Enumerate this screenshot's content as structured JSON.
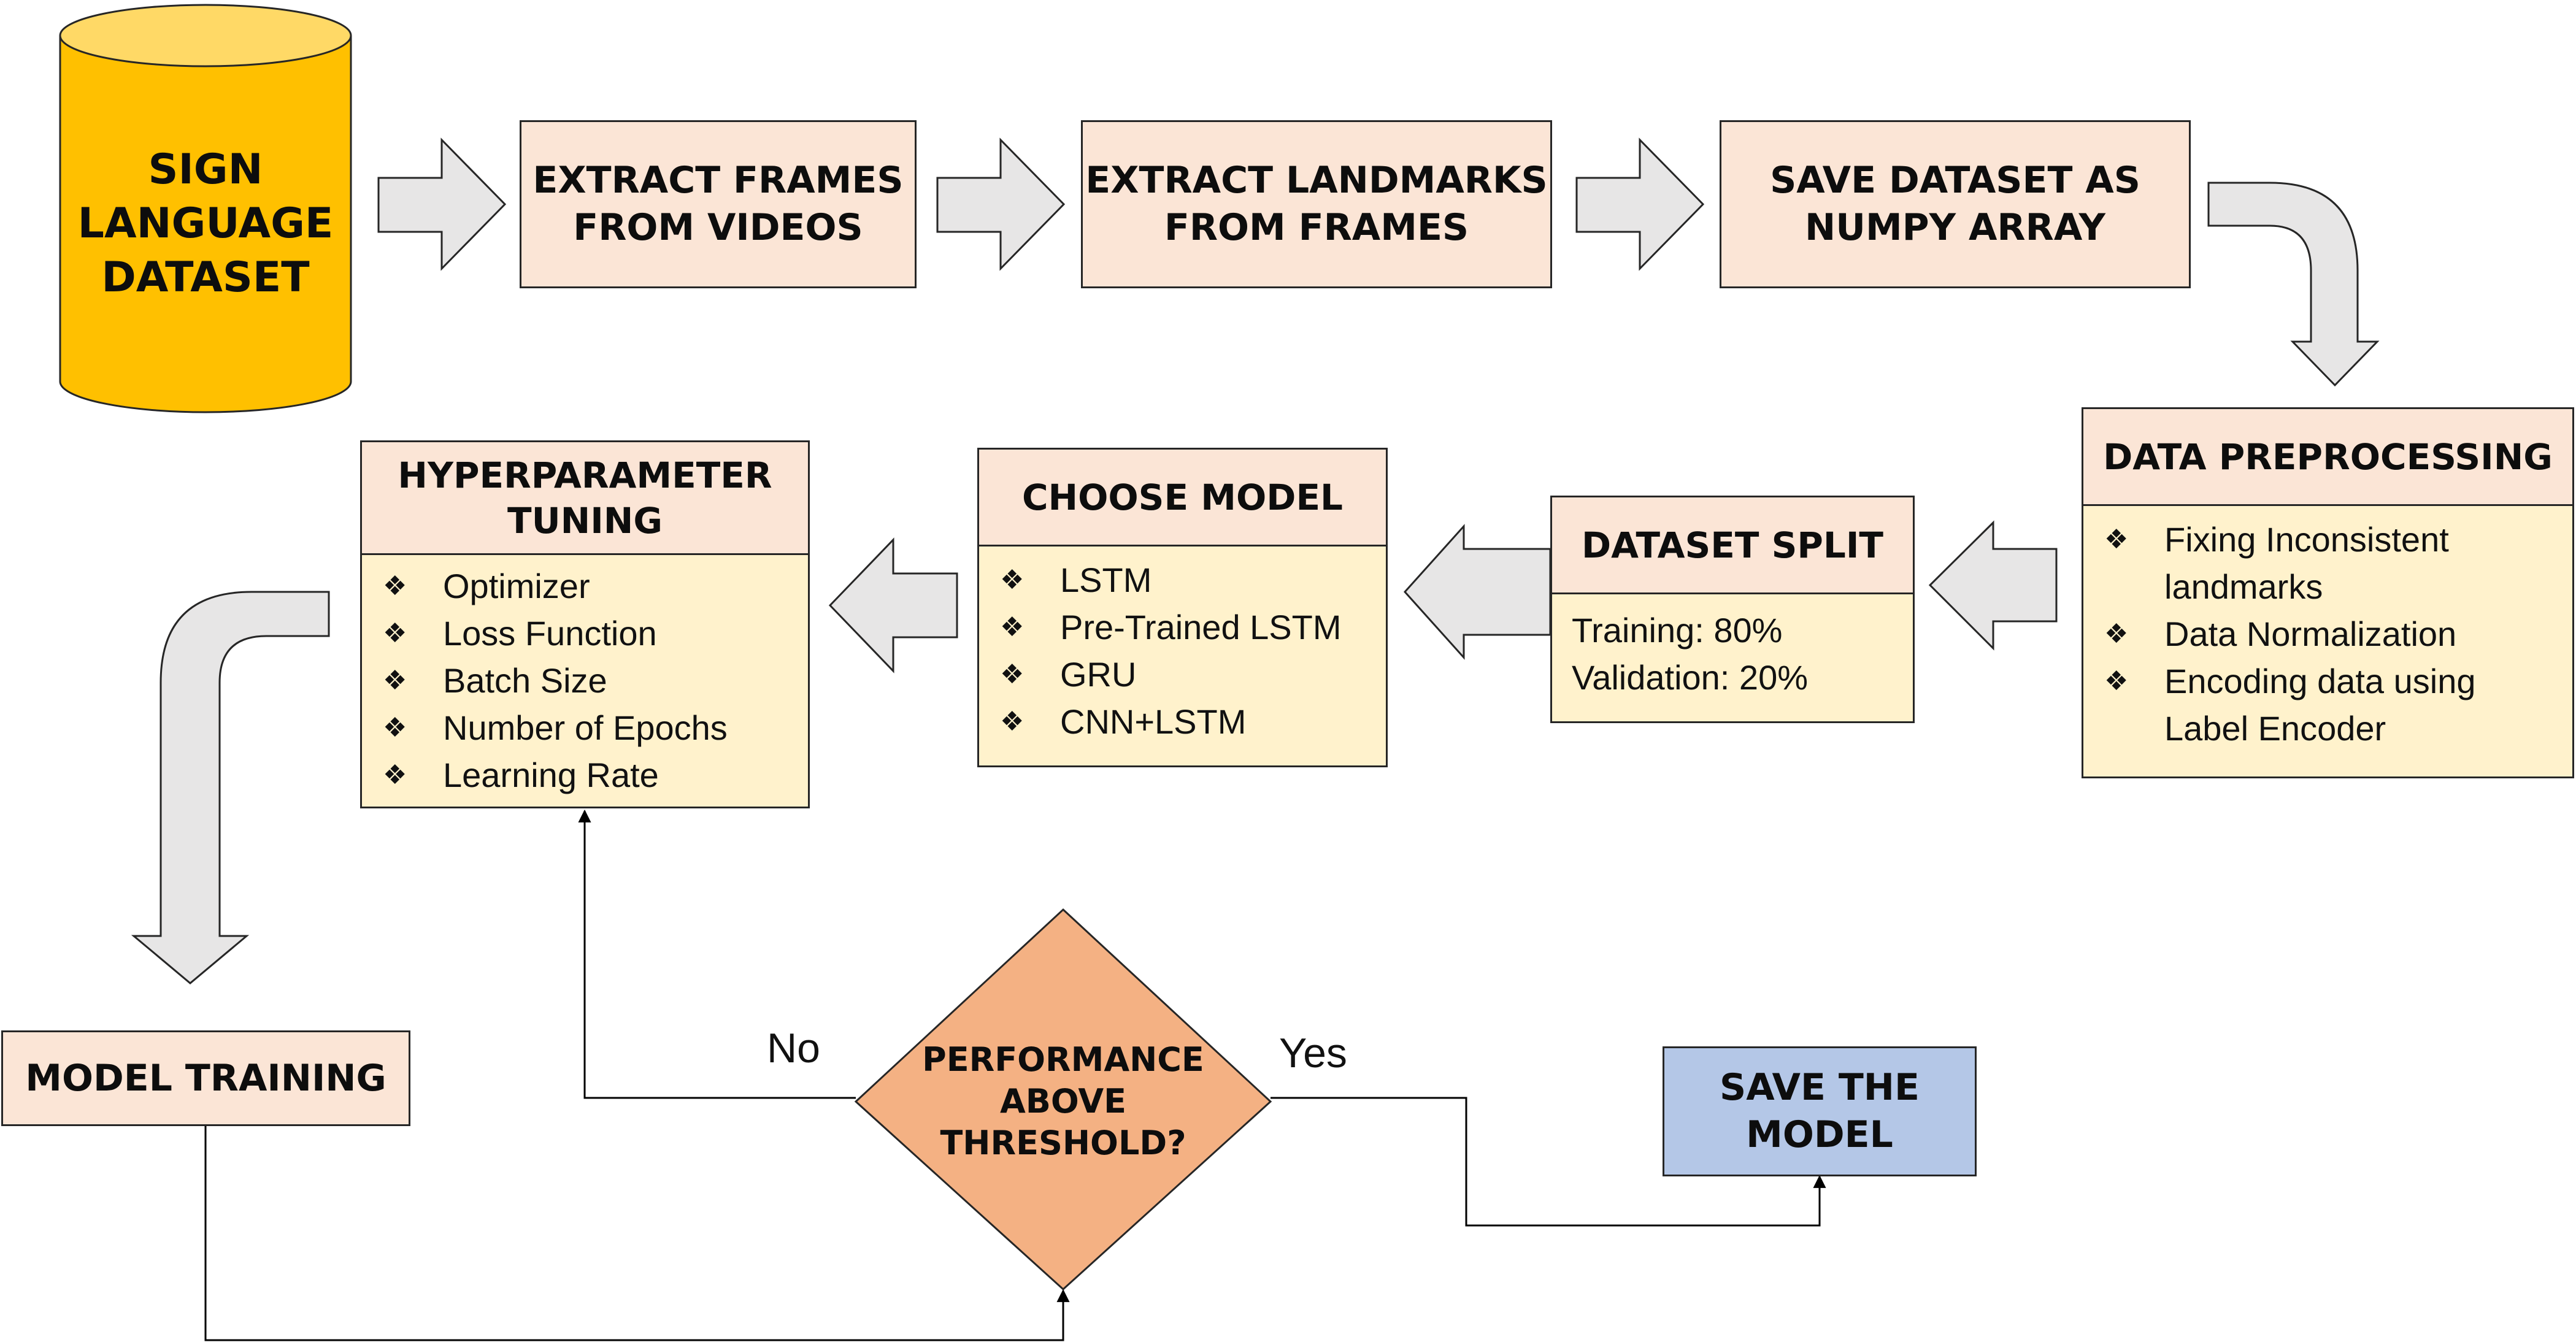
{
  "colors": {
    "database": "#ffc000",
    "database_top": "#ffd966",
    "step_box": "#fbe5d6",
    "detail_box": "#fff2cc",
    "decision": "#f4b183",
    "save_box": "#b4c7e7",
    "arrow_fill": "#e7e6e6",
    "stroke": "#262626"
  },
  "database": {
    "label": "SIGN\nLANGUAGE\nDATASET"
  },
  "steps": {
    "extract_frames": "EXTRACT FRAMES\nFROM VIDEOS",
    "extract_landmarks": "EXTRACT LANDMARKS\nFROM FRAMES",
    "save_numpy": "SAVE DATASET AS\nNUMPY ARRAY",
    "model_training": "MODEL TRAINING",
    "save_model": "SAVE THE\nMODEL"
  },
  "data_preprocessing": {
    "title": "DATA PREPROCESSING",
    "items": [
      {
        "bullet": "❖",
        "lines": [
          "Fixing Inconsistent",
          "landmarks"
        ]
      },
      {
        "bullet": "❖",
        "lines": [
          "Data Normalization"
        ]
      },
      {
        "bullet": "❖",
        "lines": [
          "Encoding data using",
          "Label Encoder"
        ]
      }
    ]
  },
  "dataset_split": {
    "title": "DATASET SPLIT",
    "lines": [
      "Training: 80%",
      "Validation: 20%"
    ]
  },
  "choose_model": {
    "title": "CHOOSE MODEL",
    "items": [
      {
        "bullet": "❖",
        "text": "LSTM"
      },
      {
        "bullet": "❖",
        "text": "Pre-Trained LSTM"
      },
      {
        "bullet": "❖",
        "text": "GRU"
      },
      {
        "bullet": "❖",
        "text": "CNN+LSTM"
      }
    ]
  },
  "hyperparameter_tuning": {
    "title": "HYPERPARAMETER\nTUNING",
    "items": [
      {
        "bullet": "❖",
        "text": "Optimizer"
      },
      {
        "bullet": "❖",
        "text": "Loss Function"
      },
      {
        "bullet": "❖",
        "text": "Batch Size"
      },
      {
        "bullet": "❖",
        "text": "Number of Epochs"
      },
      {
        "bullet": "❖",
        "text": "Learning Rate"
      }
    ]
  },
  "decision": {
    "label": "PERFORMANCE\nABOVE\nTHRESHOLD?",
    "no_label": "No",
    "yes_label": "Yes"
  }
}
